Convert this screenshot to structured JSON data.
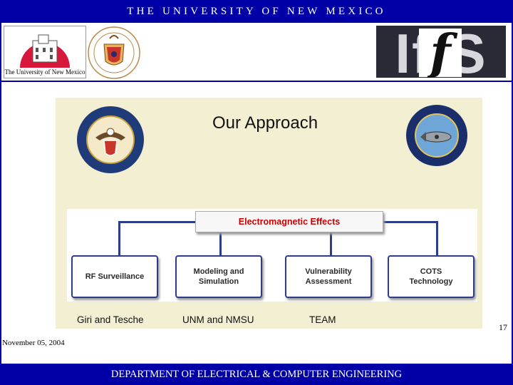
{
  "header": {
    "university": "THE UNIVERSITY OF NEW MEXICO",
    "unm_logo_caption": "The University of New Mexico",
    "ifis_logo_text": "IfIS",
    "ifis_logo_letter": "f"
  },
  "slide": {
    "title": "Our Approach",
    "top_box": "Electromagnetic Effects",
    "boxes": [
      "RF Surveillance",
      "Modeling  and\nSimulation",
      "Vulnerability\nAssessment",
      "COTS\nTechnology"
    ],
    "teams": [
      "Giri and Tesche",
      "UNM and NMSU",
      "TEAM"
    ]
  },
  "footer": {
    "page_number": "17",
    "date": "November 05, 2004",
    "department": "DEPARTMENT OF ELECTRICAL & COMPUTER ENGINEERING"
  },
  "colors": {
    "frame_blue": "#0000a6",
    "slide_background": "#f2efd3",
    "diagram_line": "#2d3d8c",
    "top_box_text": "#cc0000"
  }
}
